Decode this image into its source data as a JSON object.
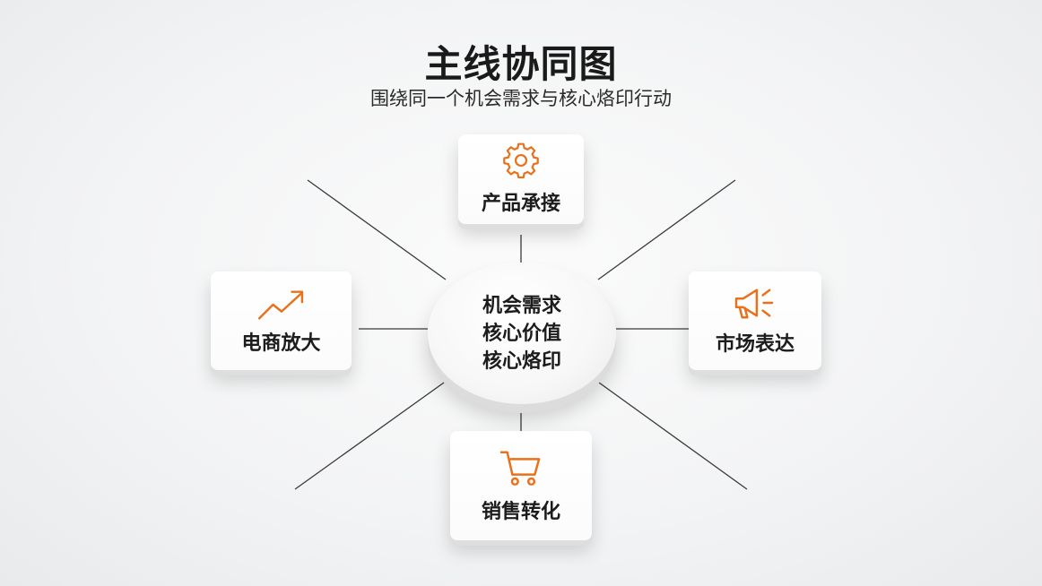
{
  "header": {
    "title": "主线协同图",
    "subtitle": "围绕同一个机会需求与核心烙印行动"
  },
  "hub": {
    "lines": [
      "机会需求",
      "核心价值",
      "核心烙印"
    ]
  },
  "nodes": {
    "top": {
      "label": "产品承接",
      "icon": "gear-icon"
    },
    "left": {
      "label": "电商放大",
      "icon": "trend-up-arrow-icon"
    },
    "right": {
      "label": "市场表达",
      "icon": "megaphone-icon"
    },
    "bottom": {
      "label": "销售转化",
      "icon": "shopping-cart-icon"
    }
  },
  "colors": {
    "accent": "#e8711c",
    "line": "#3a3a3a",
    "text": "#1c1c1c",
    "background": "#f3f4f5"
  }
}
